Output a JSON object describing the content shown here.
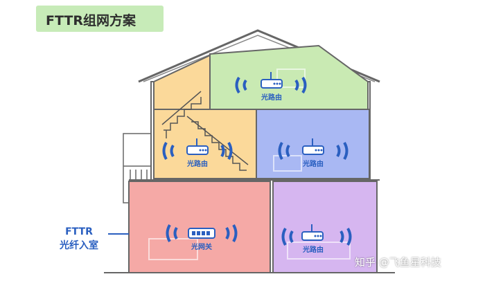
{
  "title": "FTTR组网方案",
  "caption": {
    "line1": "FTTR",
    "line2": "光纤入室"
  },
  "watermark": "知乎 @飞鱼星科技",
  "devices": [
    {
      "label": "光路由"
    },
    {
      "label": "光路由"
    },
    {
      "label": "光路由"
    },
    {
      "label": "光网关"
    },
    {
      "label": "光路由"
    }
  ],
  "colors": {
    "accent_blue": "#2a5fc0",
    "title_bg": "#c7ebb8",
    "room_green": "#c9eab3",
    "room_orange": "#fbd99a",
    "room_blue": "#a9b8f3",
    "room_red": "#f5a9a6",
    "room_purple": "#d6b6f0"
  }
}
